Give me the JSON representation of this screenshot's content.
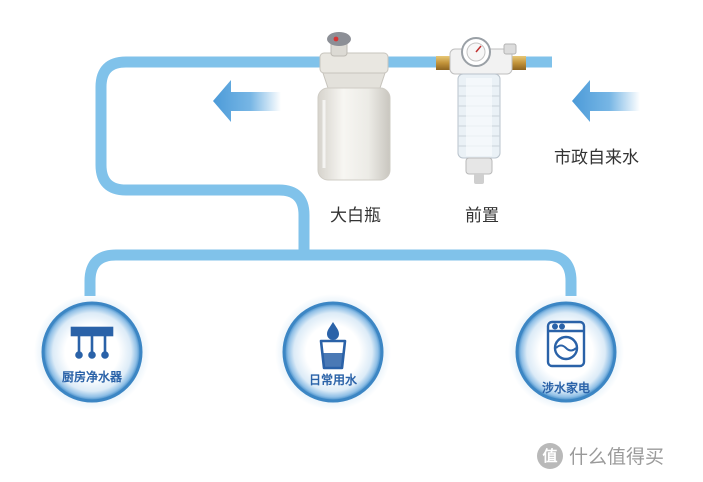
{
  "labels": {
    "municipal_water": "市政自来水",
    "big_white_bottle": "大白瓶",
    "pre_filter": "前置"
  },
  "endpoints": [
    {
      "label": "厨房净水器",
      "icon": "faucet-filter-icon"
    },
    {
      "label": "日常用水",
      "icon": "water-glass-icon"
    },
    {
      "label": "涉水家电",
      "icon": "washing-machine-icon"
    }
  ],
  "watermark": {
    "badge": "值",
    "text": "什么值得买"
  },
  "colors": {
    "pipe": "#80c2ea",
    "arrow": "#5fa9e0",
    "circle_border": "#3c86c4",
    "icon_label": "#2a62a8"
  }
}
